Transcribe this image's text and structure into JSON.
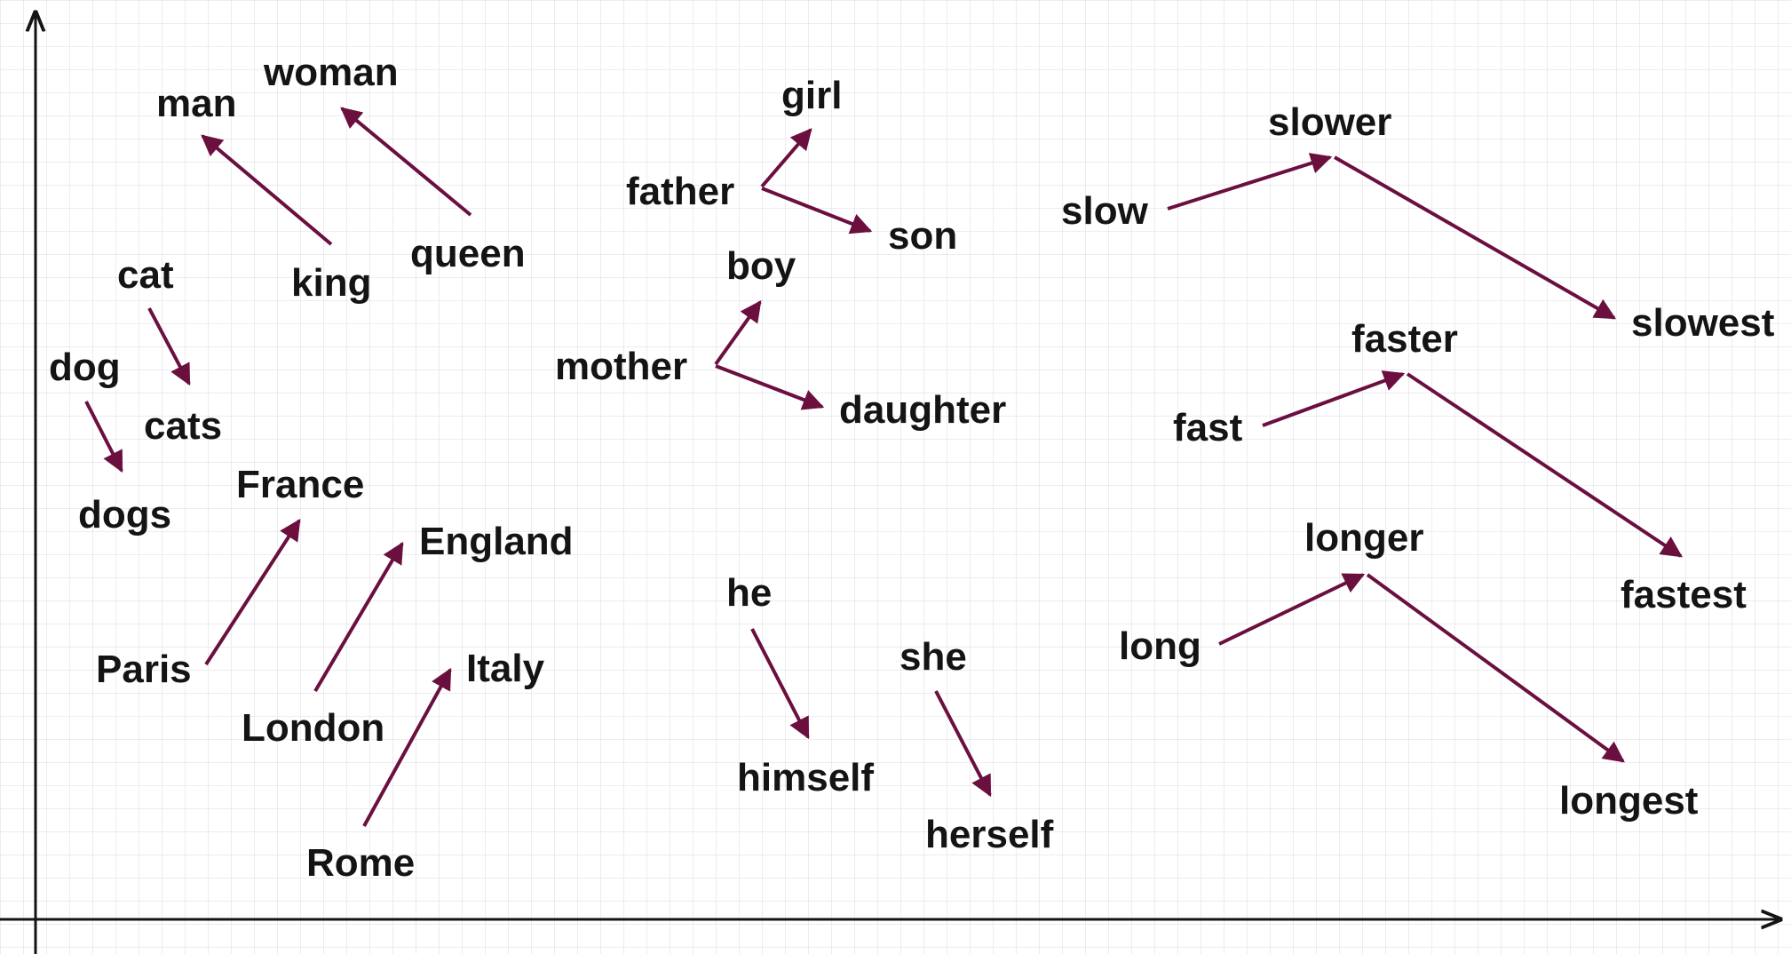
{
  "colors": {
    "arrow": "#6b0f3f",
    "axis": "#141414",
    "text": "#141414"
  },
  "words": {
    "man": "man",
    "woman": "woman",
    "king": "king",
    "queen": "queen",
    "cat": "cat",
    "cats": "cats",
    "dog": "dog",
    "dogs": "dogs",
    "france": "France",
    "england": "England",
    "italy": "Italy",
    "paris": "Paris",
    "london": "London",
    "rome": "Rome",
    "girl": "girl",
    "father": "father",
    "son": "son",
    "boy": "boy",
    "mother": "mother",
    "daughter": "daughter",
    "he": "he",
    "himself": "himself",
    "she": "she",
    "herself": "herself",
    "slower": "slower",
    "slow": "slow",
    "slowest": "slowest",
    "faster": "faster",
    "fast": "fast",
    "fastest": "fastest",
    "longer": "longer",
    "long": "long",
    "longest": "longest"
  },
  "relations": [
    {
      "from": "king",
      "to": "man"
    },
    {
      "from": "queen",
      "to": "woman"
    },
    {
      "from": "cat",
      "to": "cats"
    },
    {
      "from": "dog",
      "to": "dogs"
    },
    {
      "from": "Paris",
      "to": "France"
    },
    {
      "from": "London",
      "to": "England"
    },
    {
      "from": "Rome",
      "to": "Italy"
    },
    {
      "from": "father",
      "to": "girl"
    },
    {
      "from": "father",
      "to": "son"
    },
    {
      "from": "mother",
      "to": "boy"
    },
    {
      "from": "mother",
      "to": "daughter"
    },
    {
      "from": "he",
      "to": "himself"
    },
    {
      "from": "she",
      "to": "herself"
    },
    {
      "from": "slow",
      "to": "slower"
    },
    {
      "from": "slower",
      "to": "slowest"
    },
    {
      "from": "fast",
      "to": "faster"
    },
    {
      "from": "faster",
      "to": "fastest"
    },
    {
      "from": "long",
      "to": "longer"
    },
    {
      "from": "longer",
      "to": "longest"
    }
  ]
}
